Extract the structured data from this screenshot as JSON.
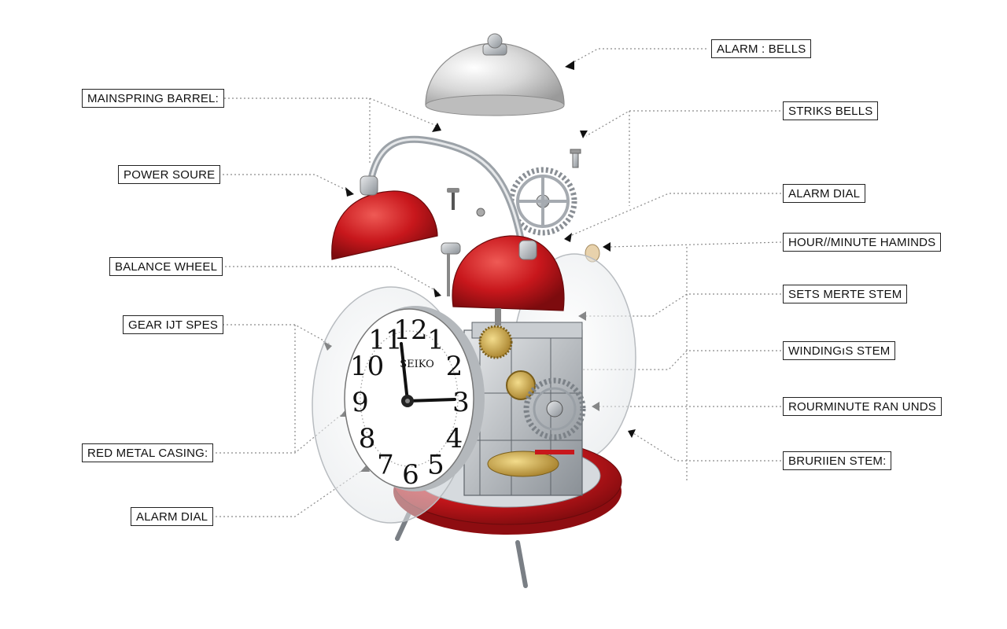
{
  "labels_left": [
    {
      "id": "mainspring-barrel",
      "text": "MAINSPRING BARREL:"
    },
    {
      "id": "power-source",
      "text": "POWER SOURE"
    },
    {
      "id": "balance-wheel",
      "text": "BALANCE WHEEL"
    },
    {
      "id": "gear-set",
      "text": "GEAR IJT SPES"
    },
    {
      "id": "red-metal-casing",
      "text": "RED METAL CASING:"
    },
    {
      "id": "alarm-dial-left",
      "text": "ALARM DIAL"
    }
  ],
  "labels_right": [
    {
      "id": "alarm-bells",
      "text": "ALARM : BELLS"
    },
    {
      "id": "striks-bells",
      "text": "STRIKS BELLS"
    },
    {
      "id": "alarm-dial-right",
      "text": "ALARM DIAL"
    },
    {
      "id": "hour-minute-hands",
      "text": "HOUR//MINUTE HAMINDS"
    },
    {
      "id": "sets-merte-stem",
      "text": "SETS MERTE STEM"
    },
    {
      "id": "winding-stem",
      "text": "WINDINGıS STEM"
    },
    {
      "id": "rourminute-ran-unds",
      "text": "ROURMINUTE RAN UNDS"
    },
    {
      "id": "bruriien-stem",
      "text": "BRURIIEN STEM:"
    }
  ],
  "dial": {
    "brand": "SEIKO",
    "numerals": [
      "12",
      "1",
      "2",
      "3",
      "4",
      "5",
      "6",
      "7",
      "8",
      "9",
      "10",
      "11"
    ]
  },
  "colors": {
    "casing_red": "#c8171c",
    "bell_silver": "#d8d8d8",
    "metal": "#9aa0a6",
    "brass": "#c9a54a"
  }
}
